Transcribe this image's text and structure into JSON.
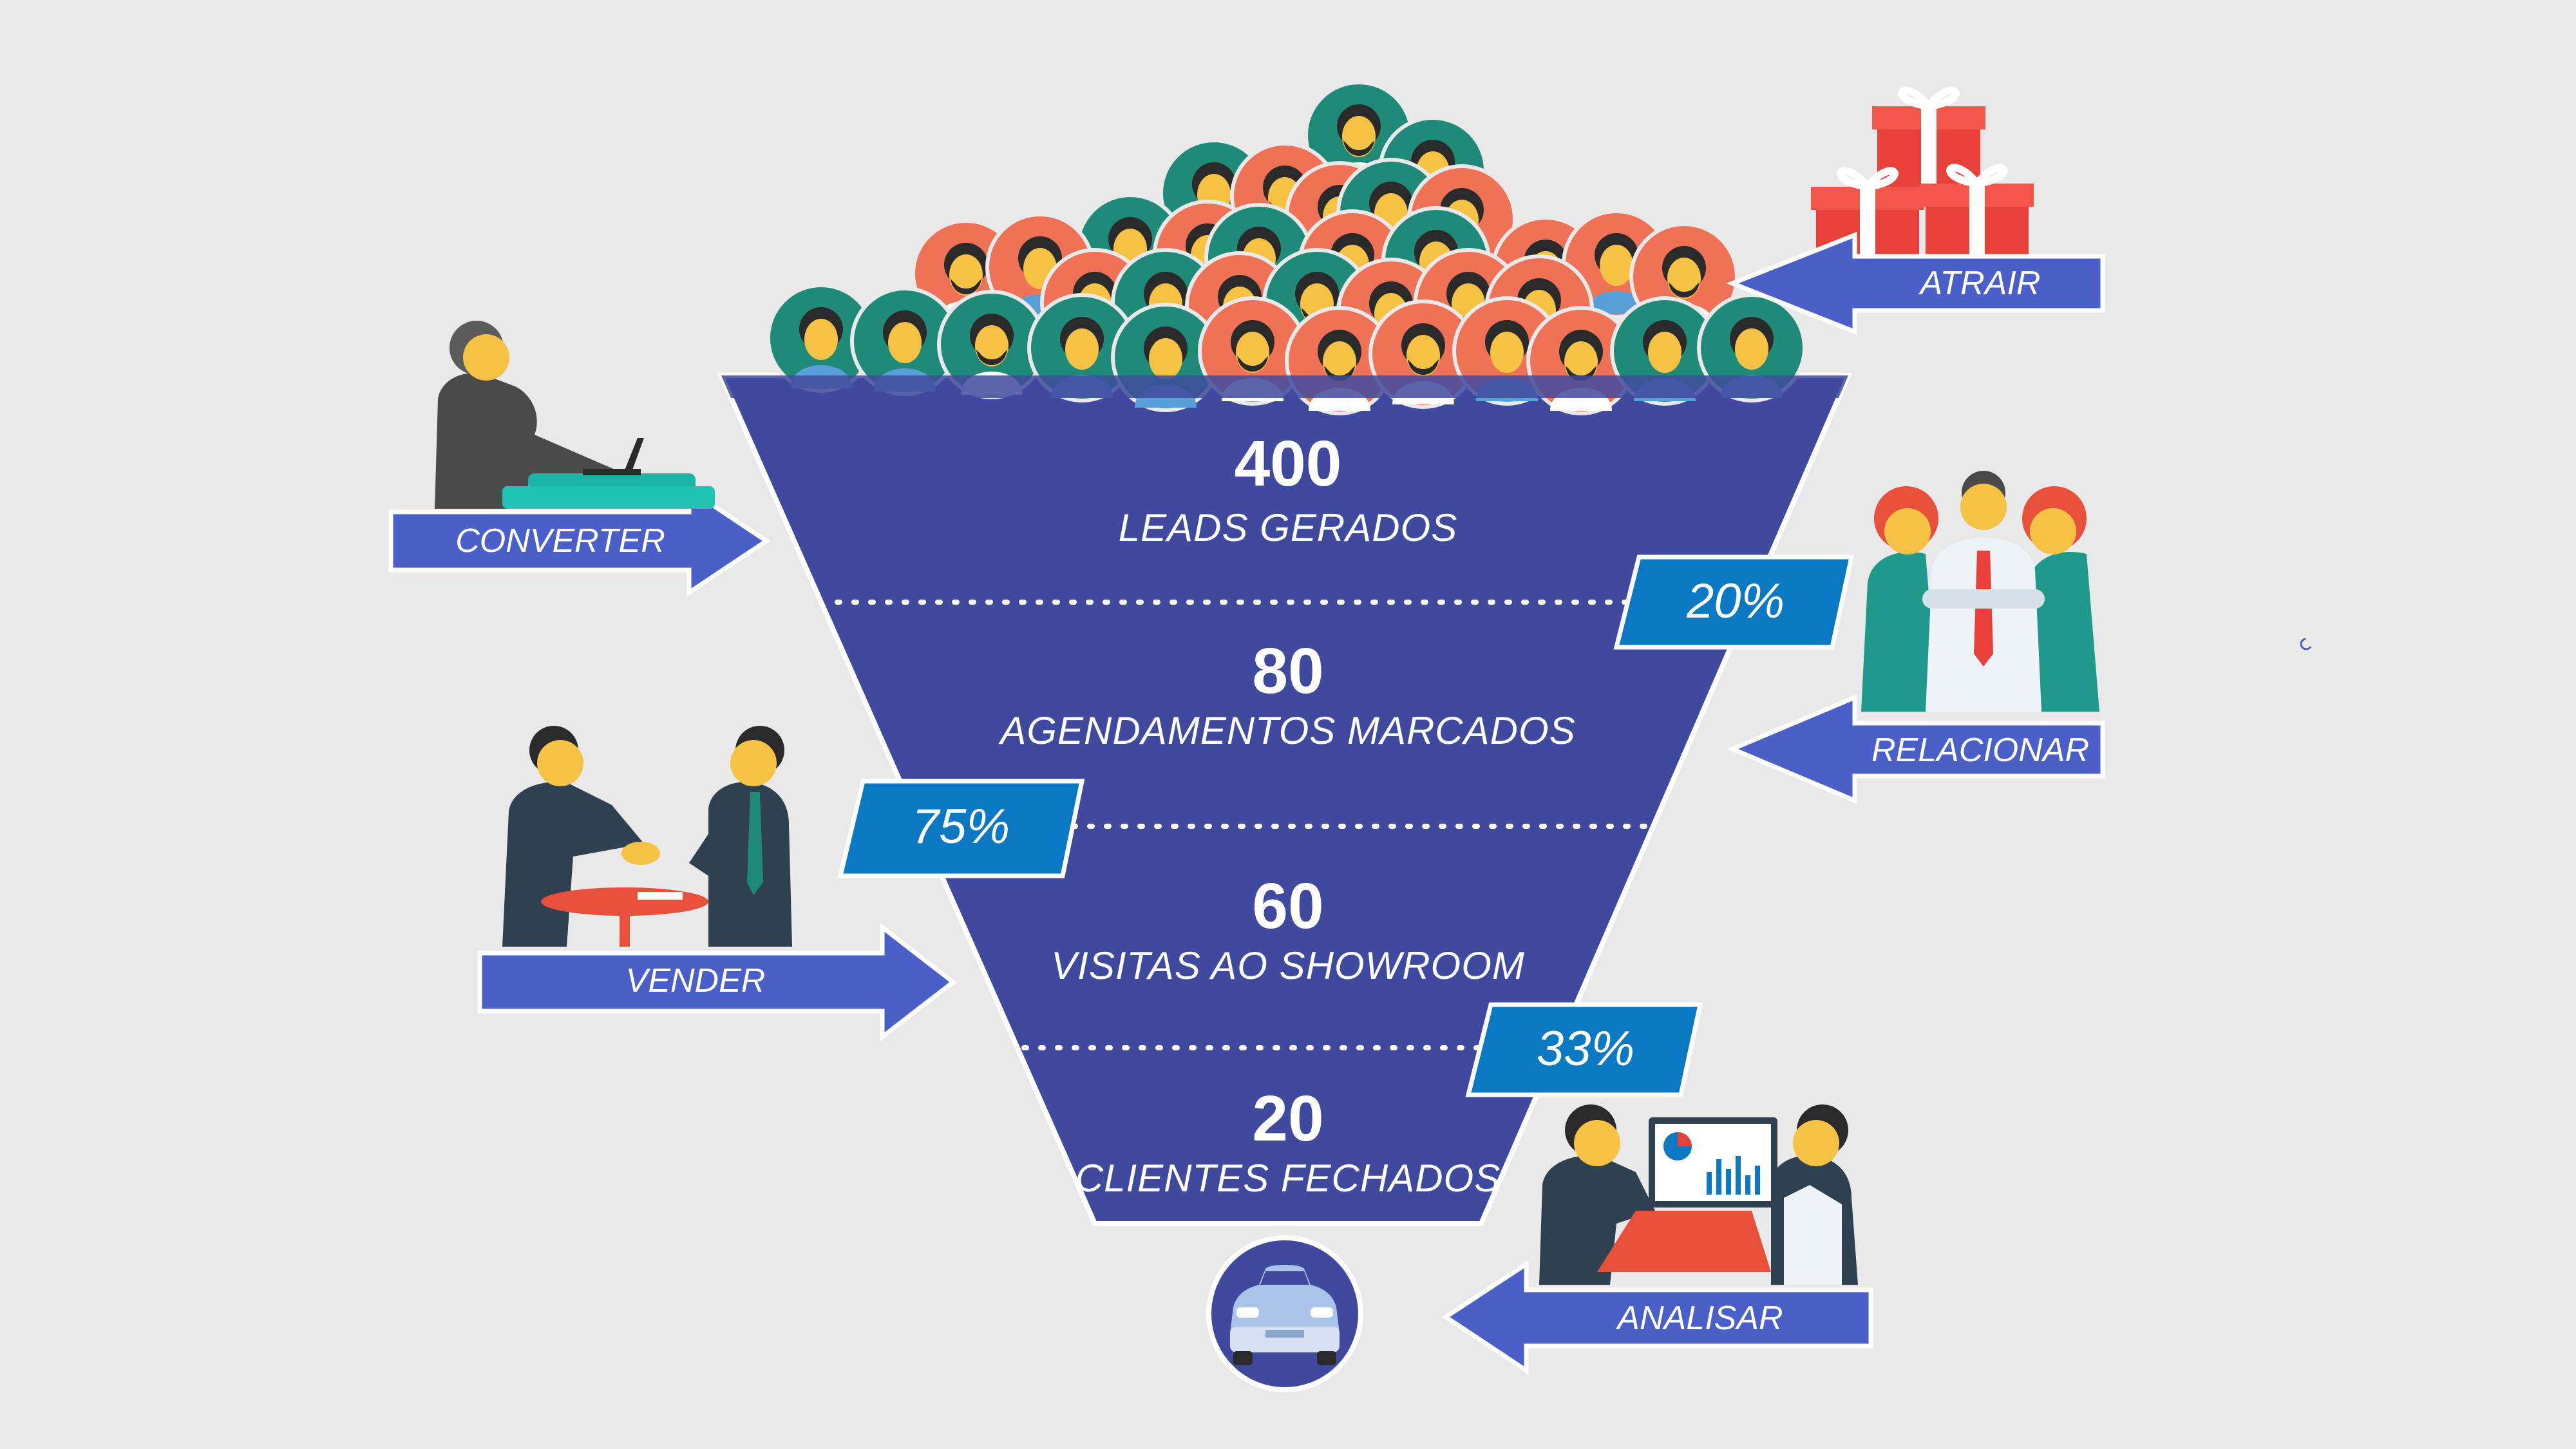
{
  "stages": [
    {
      "value": "400",
      "label": "LEADS GERADOS"
    },
    {
      "value": "80",
      "label": "AGENDAMENTOS MARCADOS"
    },
    {
      "value": "60",
      "label": "VISITAS AO SHOWROOM"
    },
    {
      "value": "20",
      "label": "CLIENTES FECHADOS"
    }
  ],
  "conversion_rates": [
    "20%",
    "75%",
    "33%"
  ],
  "actions": {
    "atrair": "ATRAIR",
    "converter": "CONVERTER",
    "relacionar": "RELACIONAR",
    "vender": "VENDER",
    "analisar": "ANALISAR"
  },
  "colors": {
    "background": "#e9e9e9",
    "funnel": "#3f4a9e",
    "arrow": "#4a5fc8",
    "rate_box": "#0a78c2",
    "lead_teal": "#1f8a78",
    "lead_coral": "#ef7257",
    "gift": "#e8413a"
  },
  "icons": [
    "people-crowd-icon",
    "gift-boxes-icon",
    "laptop-worker-icon",
    "team-icon",
    "handshake-icon",
    "analytics-meeting-icon",
    "car-icon"
  ]
}
